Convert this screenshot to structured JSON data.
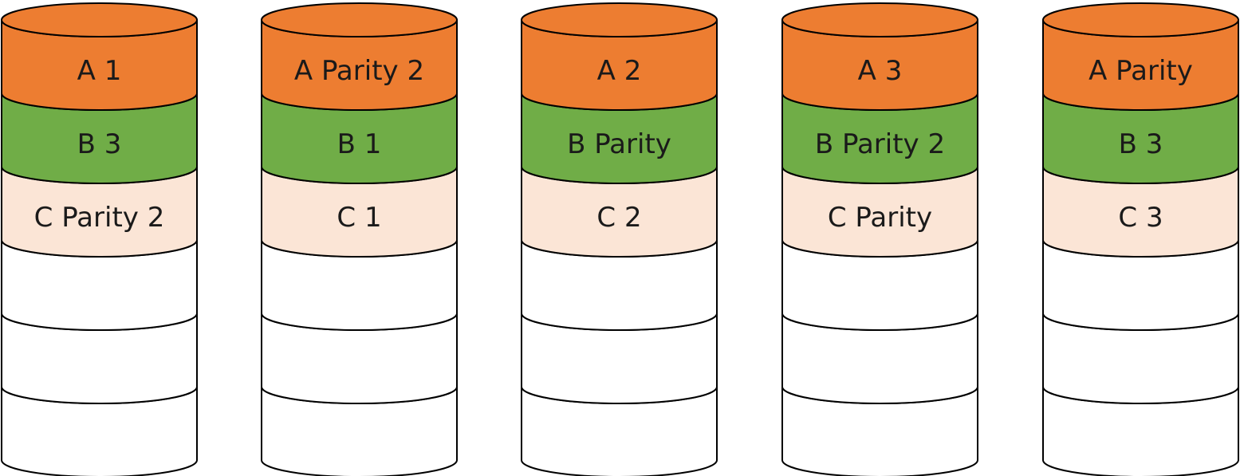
{
  "colors": {
    "A": "#ED7D31",
    "B": "#70AD47",
    "C": "#FBE5D6",
    "empty": "#FFFFFF",
    "outline": "#000000"
  },
  "disks": [
    {
      "segments": [
        {
          "group": "A",
          "label": "A 1"
        },
        {
          "group": "B",
          "label": "B 3"
        },
        {
          "group": "C",
          "label": "C Parity 2"
        },
        {
          "group": "empty",
          "label": ""
        },
        {
          "group": "empty",
          "label": ""
        },
        {
          "group": "empty",
          "label": ""
        }
      ]
    },
    {
      "segments": [
        {
          "group": "A",
          "label": "A Parity 2"
        },
        {
          "group": "B",
          "label": "B 1"
        },
        {
          "group": "C",
          "label": "C 1"
        },
        {
          "group": "empty",
          "label": ""
        },
        {
          "group": "empty",
          "label": ""
        },
        {
          "group": "empty",
          "label": ""
        }
      ]
    },
    {
      "segments": [
        {
          "group": "A",
          "label": "A 2"
        },
        {
          "group": "B",
          "label": "B Parity"
        },
        {
          "group": "C",
          "label": "C 2"
        },
        {
          "group": "empty",
          "label": ""
        },
        {
          "group": "empty",
          "label": ""
        },
        {
          "group": "empty",
          "label": ""
        }
      ]
    },
    {
      "segments": [
        {
          "group": "A",
          "label": "A 3"
        },
        {
          "group": "B",
          "label": "B Parity 2"
        },
        {
          "group": "C",
          "label": "C Parity"
        },
        {
          "group": "empty",
          "label": ""
        },
        {
          "group": "empty",
          "label": ""
        },
        {
          "group": "empty",
          "label": ""
        }
      ]
    },
    {
      "segments": [
        {
          "group": "A",
          "label": "A Parity"
        },
        {
          "group": "B",
          "label": "B 3"
        },
        {
          "group": "C",
          "label": "C 3"
        },
        {
          "group": "empty",
          "label": ""
        },
        {
          "group": "empty",
          "label": ""
        },
        {
          "group": "empty",
          "label": ""
        }
      ]
    }
  ]
}
